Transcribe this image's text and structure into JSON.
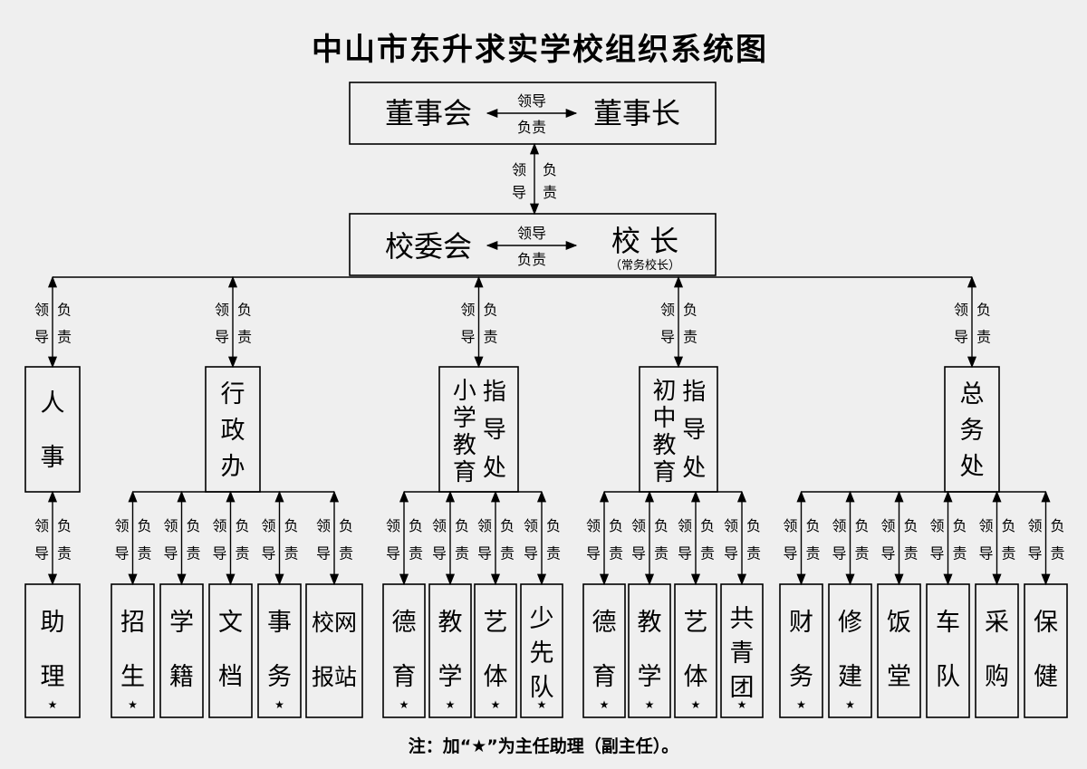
{
  "title": "中山市东升求实学校组织系统图",
  "board": {
    "left": "董事会",
    "right": "董事长",
    "arrow_top": "领导",
    "arrow_bottom": "负责"
  },
  "school": {
    "left": "校委会",
    "right": "校 长",
    "right_sub": "（常务校长）",
    "arrow_top": "领导",
    "arrow_bottom": "负责"
  },
  "link": {
    "lead": [
      "领",
      "导"
    ],
    "resp": [
      "负",
      "责"
    ]
  },
  "departments": [
    {
      "name": "人事",
      "layout": "col",
      "lines": [
        "人",
        "事"
      ],
      "units": [
        {
          "chars": [
            "助",
            "理"
          ],
          "star": true
        }
      ]
    },
    {
      "name": "行政办",
      "layout": "col",
      "lines": [
        "行",
        "政",
        "办"
      ],
      "units": [
        {
          "chars": [
            "招",
            "生"
          ],
          "star": true
        },
        {
          "chars": [
            "学",
            "籍"
          ],
          "star": false
        },
        {
          "chars": [
            "文",
            "档"
          ],
          "star": false
        },
        {
          "chars": [
            "事",
            "务"
          ],
          "star": true
        },
        {
          "chars": [
            "校网",
            "报站"
          ],
          "star": false
        }
      ]
    },
    {
      "name": "小学教育指导处",
      "layout": "two",
      "left": [
        "小",
        "学",
        "教",
        "育"
      ],
      "right": [
        "指",
        "导",
        "处"
      ],
      "units": [
        {
          "chars": [
            "德",
            "育"
          ],
          "star": true
        },
        {
          "chars": [
            "教",
            "学"
          ],
          "star": true
        },
        {
          "chars": [
            "艺",
            "体"
          ],
          "star": true
        },
        {
          "chars": [
            "少",
            "先",
            "队"
          ],
          "star": true
        }
      ]
    },
    {
      "name": "初中教育指导处",
      "layout": "two",
      "left": [
        "初",
        "中",
        "教",
        "育"
      ],
      "right": [
        "指",
        "导",
        "处"
      ],
      "units": [
        {
          "chars": [
            "德",
            "育"
          ],
          "star": true
        },
        {
          "chars": [
            "教",
            "学"
          ],
          "star": true
        },
        {
          "chars": [
            "艺",
            "体"
          ],
          "star": true
        },
        {
          "chars": [
            "共",
            "青",
            "团"
          ],
          "star": true
        }
      ]
    },
    {
      "name": "总务处",
      "layout": "col",
      "lines": [
        "总",
        "务",
        "处"
      ],
      "units": [
        {
          "chars": [
            "财",
            "务"
          ],
          "star": true
        },
        {
          "chars": [
            "修",
            "建"
          ],
          "star": true
        },
        {
          "chars": [
            "饭",
            "堂"
          ],
          "star": false
        },
        {
          "chars": [
            "车",
            "队"
          ],
          "star": false
        },
        {
          "chars": [
            "采",
            "购"
          ],
          "star": false
        },
        {
          "chars": [
            "保",
            "健"
          ],
          "star": false
        }
      ]
    }
  ],
  "star_symbol": "★",
  "note": "注：加“★”为主任助理（副主任）。"
}
